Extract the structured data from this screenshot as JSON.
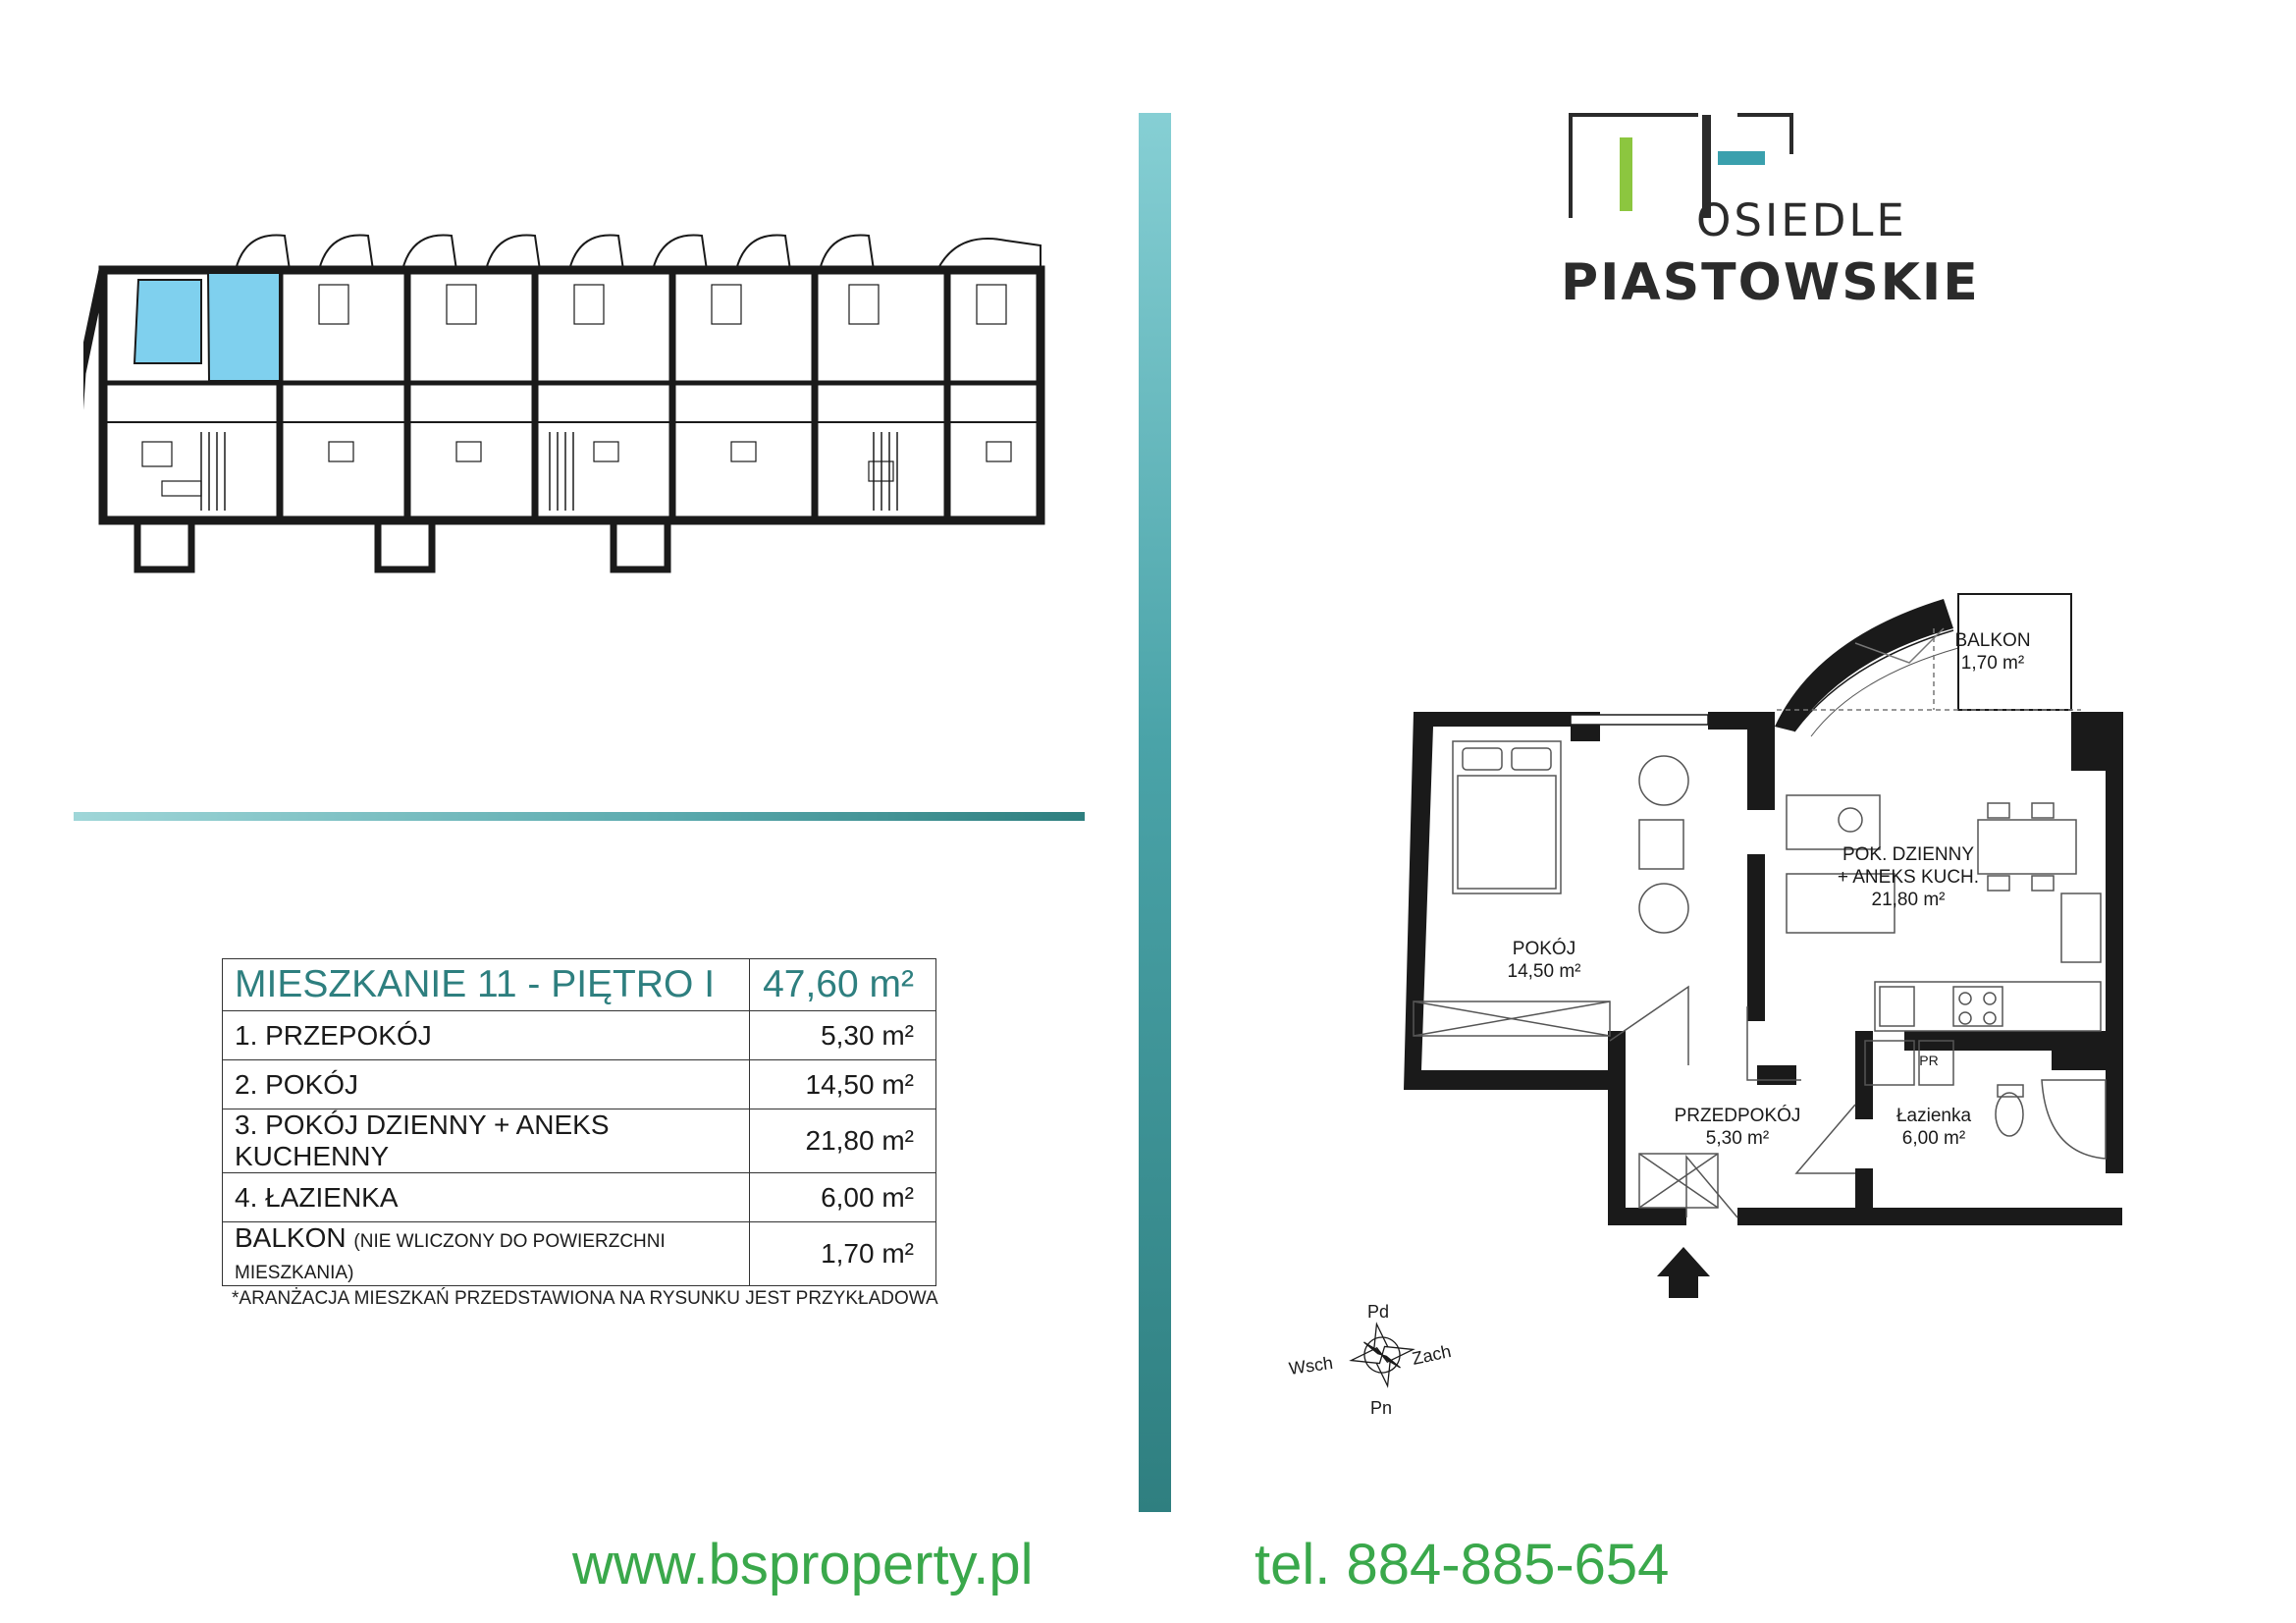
{
  "brand": {
    "line1": "OSIEDLE",
    "line2": "PIASTOWSKIE",
    "colors": {
      "green": "#8cc63f",
      "teal": "#3aa0ad",
      "dark": "#2b2b2b"
    }
  },
  "table": {
    "title": "MIESZKANIE 11 - PIĘTRO I",
    "total": "47,60 m²",
    "rows": [
      {
        "label": "1. PRZEPOKÓJ",
        "value": "5,30 m²"
      },
      {
        "label": "2. POKÓJ",
        "value": "14,50 m²"
      },
      {
        "label": "3. POKÓJ DZIENNY + ANEKS KUCHENNY",
        "value": "21,80 m²"
      },
      {
        "label": "4. ŁAZIENKA",
        "value": "6,00 m²"
      }
    ],
    "balcony_label": "BALKON",
    "balcony_note": "(NIE WLICZONY DO POWIERZCHNI MIESZKANIA)",
    "balcony_value": "1,70 m²"
  },
  "footnote": "*ARANŻACJA MIESZKAŃ PRZEDSTAWIONA NA RYSUNKU JEST PRZYKŁADOWA",
  "plan": {
    "balkon_name": "BALKON",
    "balkon_area": "1,70 m²",
    "living_name_1": "POK. DZIENNY",
    "living_name_2": "+ ANEKS KUCH.",
    "living_area": "21,80 m²",
    "room_name": "POKÓJ",
    "room_area": "14,50 m²",
    "hall_name": "PRZEDPOKÓJ",
    "hall_area": "5,30 m²",
    "bath_name": "Łazienka",
    "bath_area": "6,00 m²",
    "pr_label": "PR"
  },
  "compass": {
    "north": "Pd",
    "south": "Pn",
    "east": "Zach",
    "west": "Wsch"
  },
  "contact": {
    "website": "www.bsproperty.pl",
    "phone": "tel.  884-885-654"
  },
  "highlight_color": "#7fd0ee"
}
